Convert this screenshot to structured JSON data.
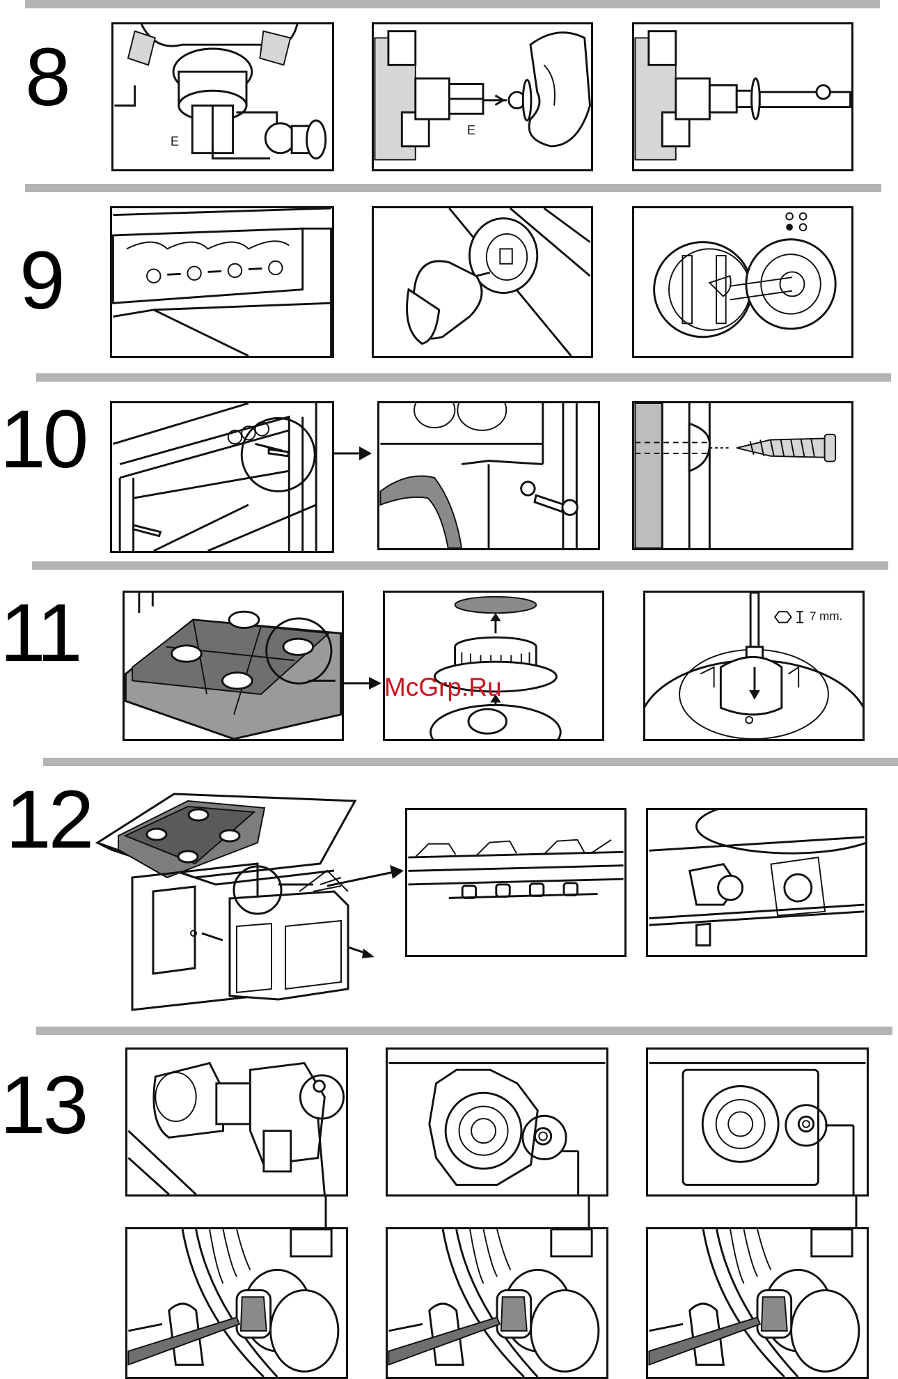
{
  "steps": [
    {
      "number": "8"
    },
    {
      "number": "9"
    },
    {
      "number": "10"
    },
    {
      "number": "11"
    },
    {
      "number": "12"
    },
    {
      "number": "13"
    }
  ],
  "labels": {
    "e_left": "E",
    "e_mid": "E",
    "wrench_size": "7 mm."
  },
  "watermark": "McGrp.Ru",
  "colors": {
    "divider": "#b4b4b4",
    "watermark": "#c8141e",
    "panel_border": "#111111"
  }
}
